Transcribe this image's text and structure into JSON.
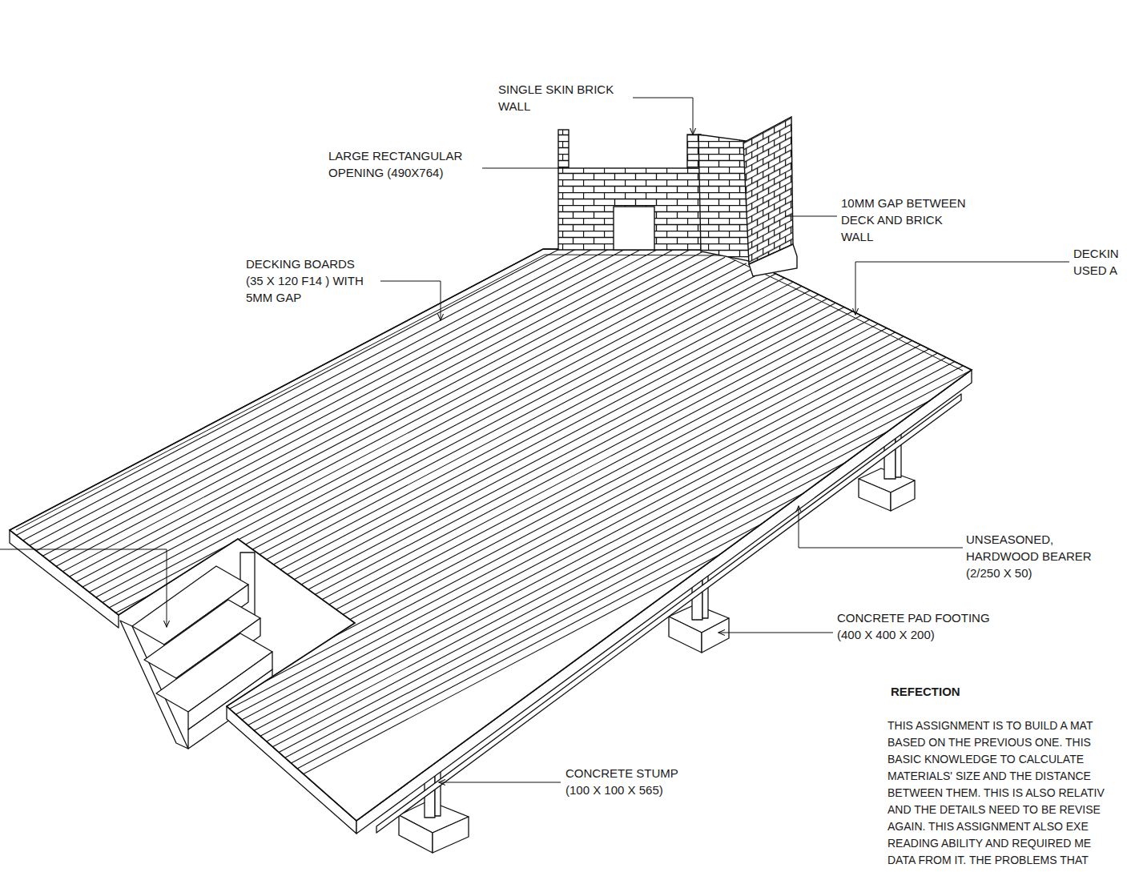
{
  "diagram": {
    "labels": [
      "SINGLE SKIN BRICK WALL",
      "LARGE RECTANGULAR OPENING (490X764)",
      "10MM GAP BETWEEN DECK AND BRICK WALL",
      "DECKIN USED A",
      "DECKING BOARDS (35 X 120 F14 ) WITH 5MM GAP",
      "UNSEASONED, HARDWOOD BEARER (2/250 X 50)",
      "CONCRETE PAD FOOTING (400 X 400 X 200)",
      "CONCRETE STUMP (100 X 100 X 565)",
      "REFECTION",
      "THIS ASSIGNMENT IS TO BUILD A MAT",
      "BASED ON THE PREVIOUS ONE. THIS",
      "BASIC KNOWLEDGE TO CALCULATE",
      "MATERIALS' SIZE AND THE DISTANCE",
      "BETWEEN THEM. THIS IS ALSO RELATIV",
      "AND THE DETAILS NEED TO BE REVISE",
      "AGAIN. THIS ASSIGNMENT ALSO EXE",
      "READING ABILITY AND REQUIRED ME",
      "DATA FROM IT. THE PROBLEMS THAT"
    ]
  }
}
